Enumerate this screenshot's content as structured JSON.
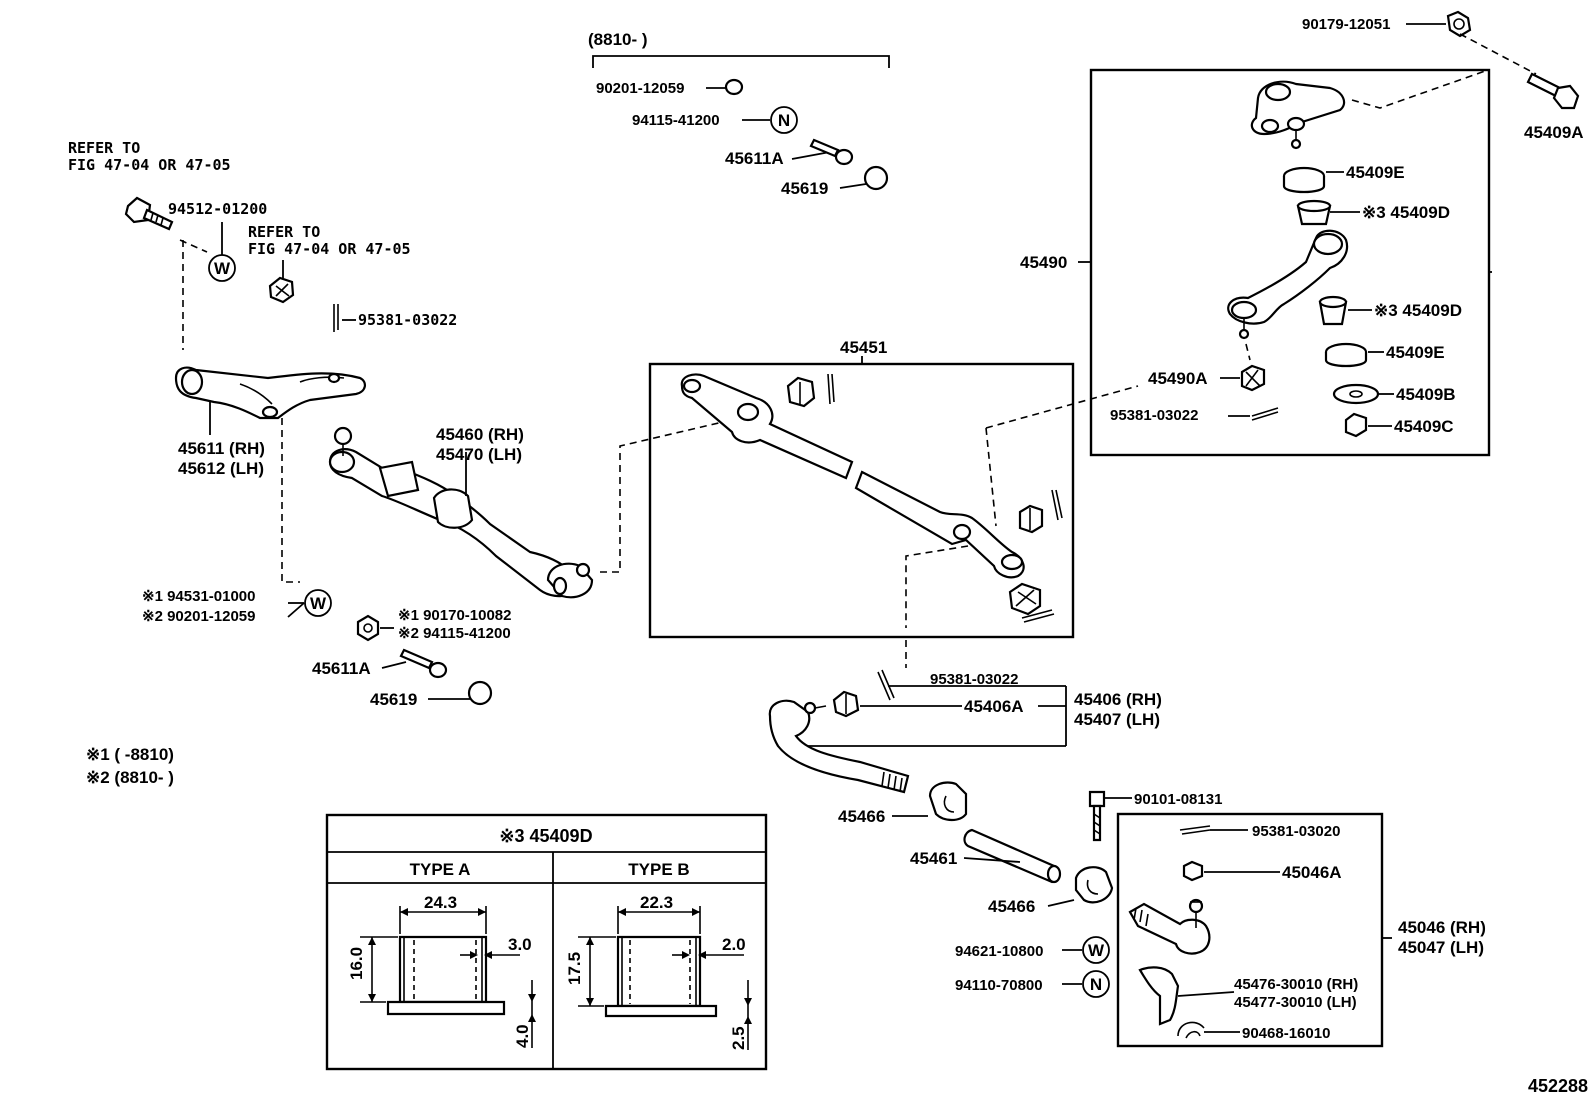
{
  "diagram_id": "452288",
  "date_range_top": "(8810-        )",
  "refer_1": [
    "REFER TO",
    "FIG 47-04 OR 47-05"
  ],
  "refer_2": [
    "REFER TO",
    "FIG 47-04 OR 47-05"
  ],
  "notes": {
    "n1": "※1 (        -8810)",
    "n2": "※2 (8810-        )"
  },
  "labels": {
    "p90201_12059_top": "90201-12059",
    "p94115_41200_top": "94115-41200",
    "p45611A_top": "45611A",
    "p45619_top": "45619",
    "p94512_01200": "94512-01200",
    "p95381_03022_a": "95381-03022",
    "p45611": "45611 (RH)",
    "p45612": "45612 (LH)",
    "p45460": "45460 (RH)",
    "p45470": "45470 (LH)",
    "p94531_01000": "※1 94531-01000",
    "p90201_12059": "※2 90201-12059",
    "p90170_10082": "※1 90170-10082",
    "p94115_41200": "※2 94115-41200",
    "p45611A": "45611A",
    "p45619": "45619",
    "p45451": "45451",
    "p95381_03022_b": "95381-03022",
    "p45406A": "45406A",
    "p45406": "45406 (RH)",
    "p45407": "45407 (LH)",
    "p45466_a": "45466",
    "p45461": "45461",
    "p45466_b": "45466",
    "p90101_08131": "90101-08131",
    "p94621_10800": "94621-10800",
    "p94110_70800": "94110-70800",
    "p95381_03020": "95381-03020",
    "p45046A": "45046A",
    "p45046": "45046 (RH)",
    "p45047": "45047 (LH)",
    "p45476": "45476-30010 (RH)",
    "p45477": "45477-30010 (LH)",
    "p90468_16010": "90468-16010",
    "p90179_12051": "90179-12051",
    "p45409A": "45409A",
    "p45409E_a": "45409E",
    "p45409D_a": "※3 45409D",
    "p45490": "45490",
    "p45409D_b": "※3 45409D",
    "p45409E_b": "45409E",
    "p45490A": "45490A",
    "p45409B": "45409B",
    "p95381_03022_c": "95381-03022",
    "p45409C": "45409C"
  },
  "symbols": {
    "washer": "W",
    "nut": "N"
  },
  "table": {
    "title": "※3 45409D",
    "type_a": "TYPE A",
    "type_b": "TYPE B",
    "a_width": "24.3",
    "a_wall": "3.0",
    "a_height": "16.0",
    "a_flange": "4.0",
    "b_width": "22.3",
    "b_wall": "2.0",
    "b_height": "17.5",
    "b_flange": "2.5"
  }
}
